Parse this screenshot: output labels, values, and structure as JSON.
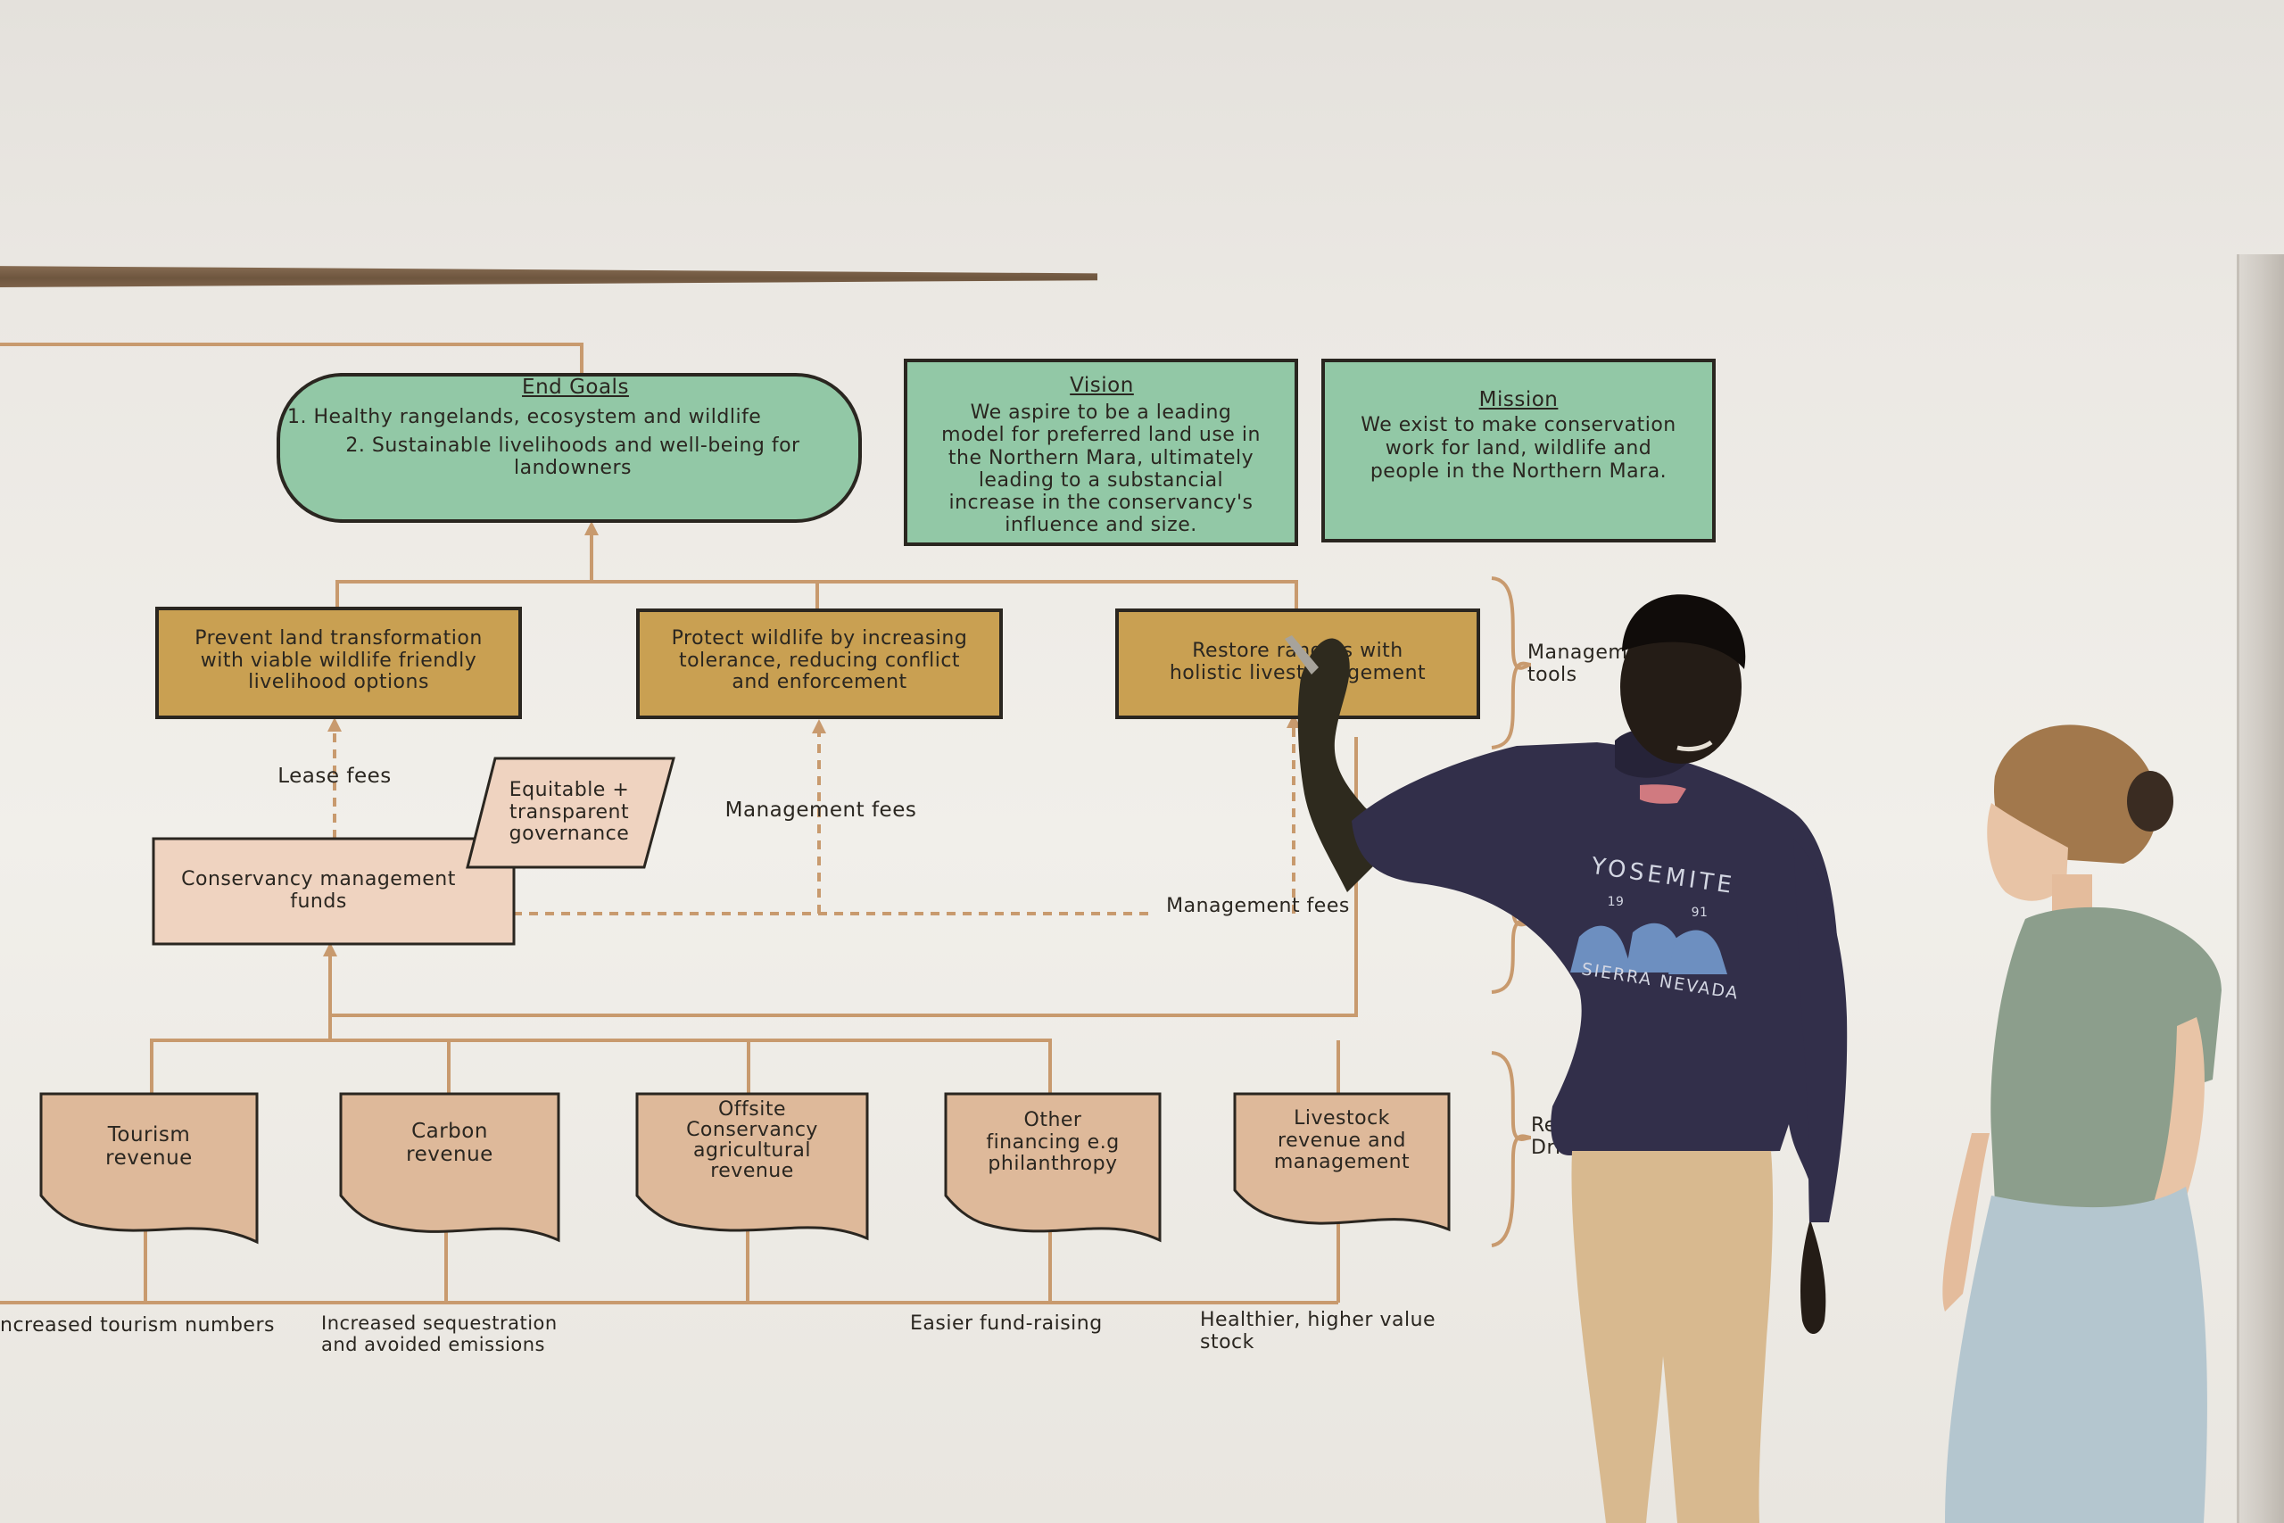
{
  "diagram": {
    "end_goals": {
      "title": "End Goals",
      "item1": "1. Healthy rangelands, ecosystem and wildlife",
      "item2": "2. Sustainable livelihoods and well-being for\nlandowners"
    },
    "vision": {
      "title": "Vision",
      "text": "We aspire to be a leading\nmodel for preferred land use in\nthe Northern Mara, ultimately\nleading to a substancial\nincrease in the conservancy's\ninfluence and size."
    },
    "mission": {
      "title": "Mission",
      "text": "We exist to make conservation\nwork for land, wildlife and\npeople in the Northern Mara."
    },
    "tools": {
      "prevent": "Prevent land transformation\nwith viable wildlife friendly\nlivelihood options",
      "protect": "Protect wildlife by increasing\ntolerance, reducing conflict\nand enforcement",
      "restore": "Restore rang    as with\nholistic livestoc    agement"
    },
    "side_labels": {
      "management_tools": "Managem\ntools",
      "governance": "g",
      "revenue_drivers": "Rev\nDriv"
    },
    "funds": {
      "lease_fees": "Lease fees",
      "management_fees_1": "Management fees",
      "management_fees_2": "Management fees",
      "conservancy_funds": "Conservancy management\nfunds",
      "governance": "Equitable +\ntransparent\ngovernance"
    },
    "revenues": {
      "tourism": "Tourism\nrevenue",
      "carbon": "Carbon\nrevenue",
      "offsite": "Offsite\nConservancy\nagricultural\nrevenue",
      "other": "Other\nfinancing e.g\nphilanthropy",
      "livestock": "Livestock\nrevenue and\nmanagement"
    },
    "drivers": {
      "tourism": "ncreased tourism numbers",
      "carbon": "Increased sequestration\nand avoided emissions",
      "other": "Easier fund-raising",
      "livestock": "Healthier, higher value stock"
    }
  },
  "shirt": {
    "brand": "YOSEMITE",
    "year_left": "19",
    "year_right": "91",
    "sub": "SIERRA NEVADA"
  },
  "colors": {
    "wall": "#eeebe6",
    "green_box": "#92c8a6",
    "ochre_box": "#c9a052",
    "peach_box": "#efd3c0",
    "tan_box": "#deb99a",
    "line": "#c89a6e"
  }
}
